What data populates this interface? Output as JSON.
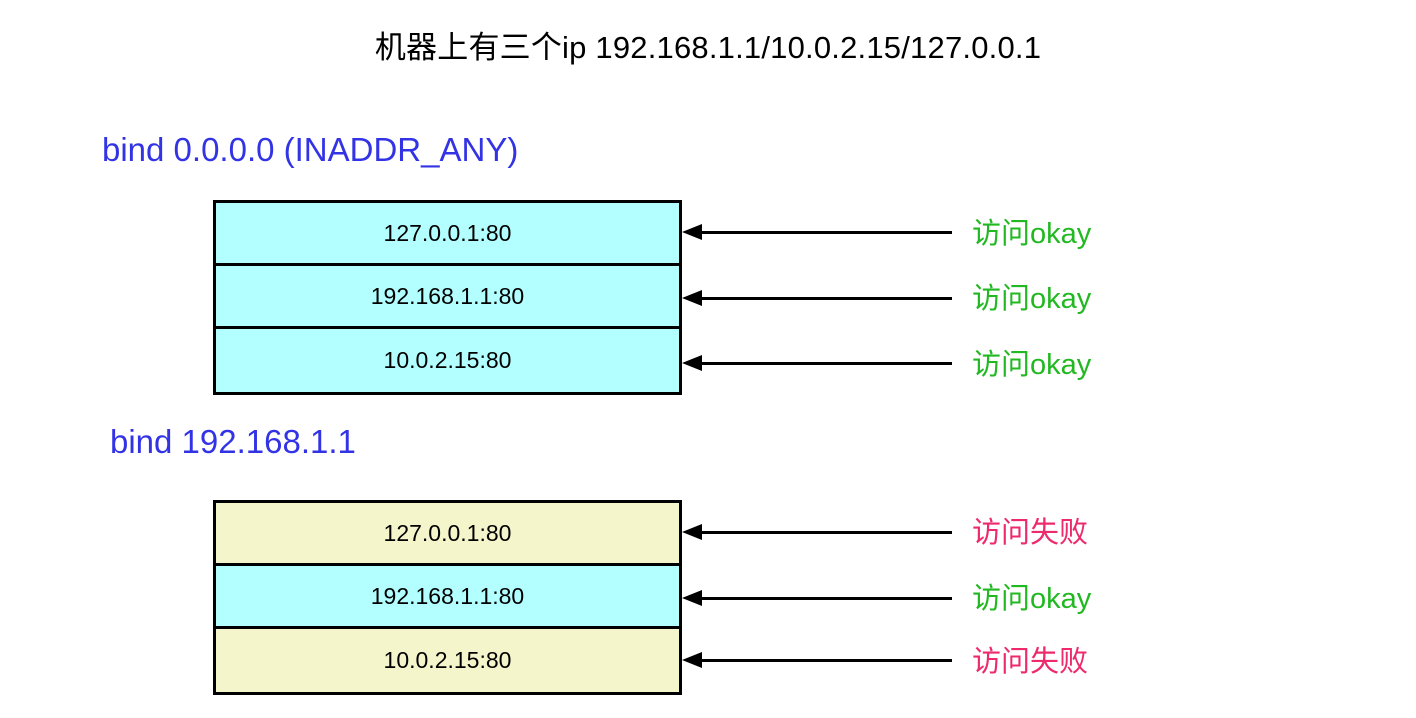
{
  "title": "机器上有三个ip 192.168.1.1/10.0.2.15/127.0.0.1",
  "colors": {
    "heading_blue": "#3333e6",
    "row_cyan": "#b3ffff",
    "row_yellow": "#f5f5cb",
    "label_ok_green": "#22b822",
    "label_fail_pink": "#ed2a6b",
    "border_black": "#000000"
  },
  "sections": [
    {
      "heading": "bind 0.0.0.0 (INADDR_ANY)",
      "rows": [
        {
          "endpoint": "127.0.0.1:80",
          "fill": "cyan",
          "result": "访问okay",
          "result_kind": "ok"
        },
        {
          "endpoint": "192.168.1.1:80",
          "fill": "cyan",
          "result": "访问okay",
          "result_kind": "ok"
        },
        {
          "endpoint": "10.0.2.15:80",
          "fill": "cyan",
          "result": "访问okay",
          "result_kind": "ok"
        }
      ]
    },
    {
      "heading": "bind 192.168.1.1",
      "rows": [
        {
          "endpoint": "127.0.0.1:80",
          "fill": "yellow",
          "result": "访问失败",
          "result_kind": "fail"
        },
        {
          "endpoint": "192.168.1.1:80",
          "fill": "cyan",
          "result": "访问okay",
          "result_kind": "ok"
        },
        {
          "endpoint": "10.0.2.15:80",
          "fill": "yellow",
          "result": "访问失败",
          "result_kind": "fail"
        }
      ]
    }
  ]
}
